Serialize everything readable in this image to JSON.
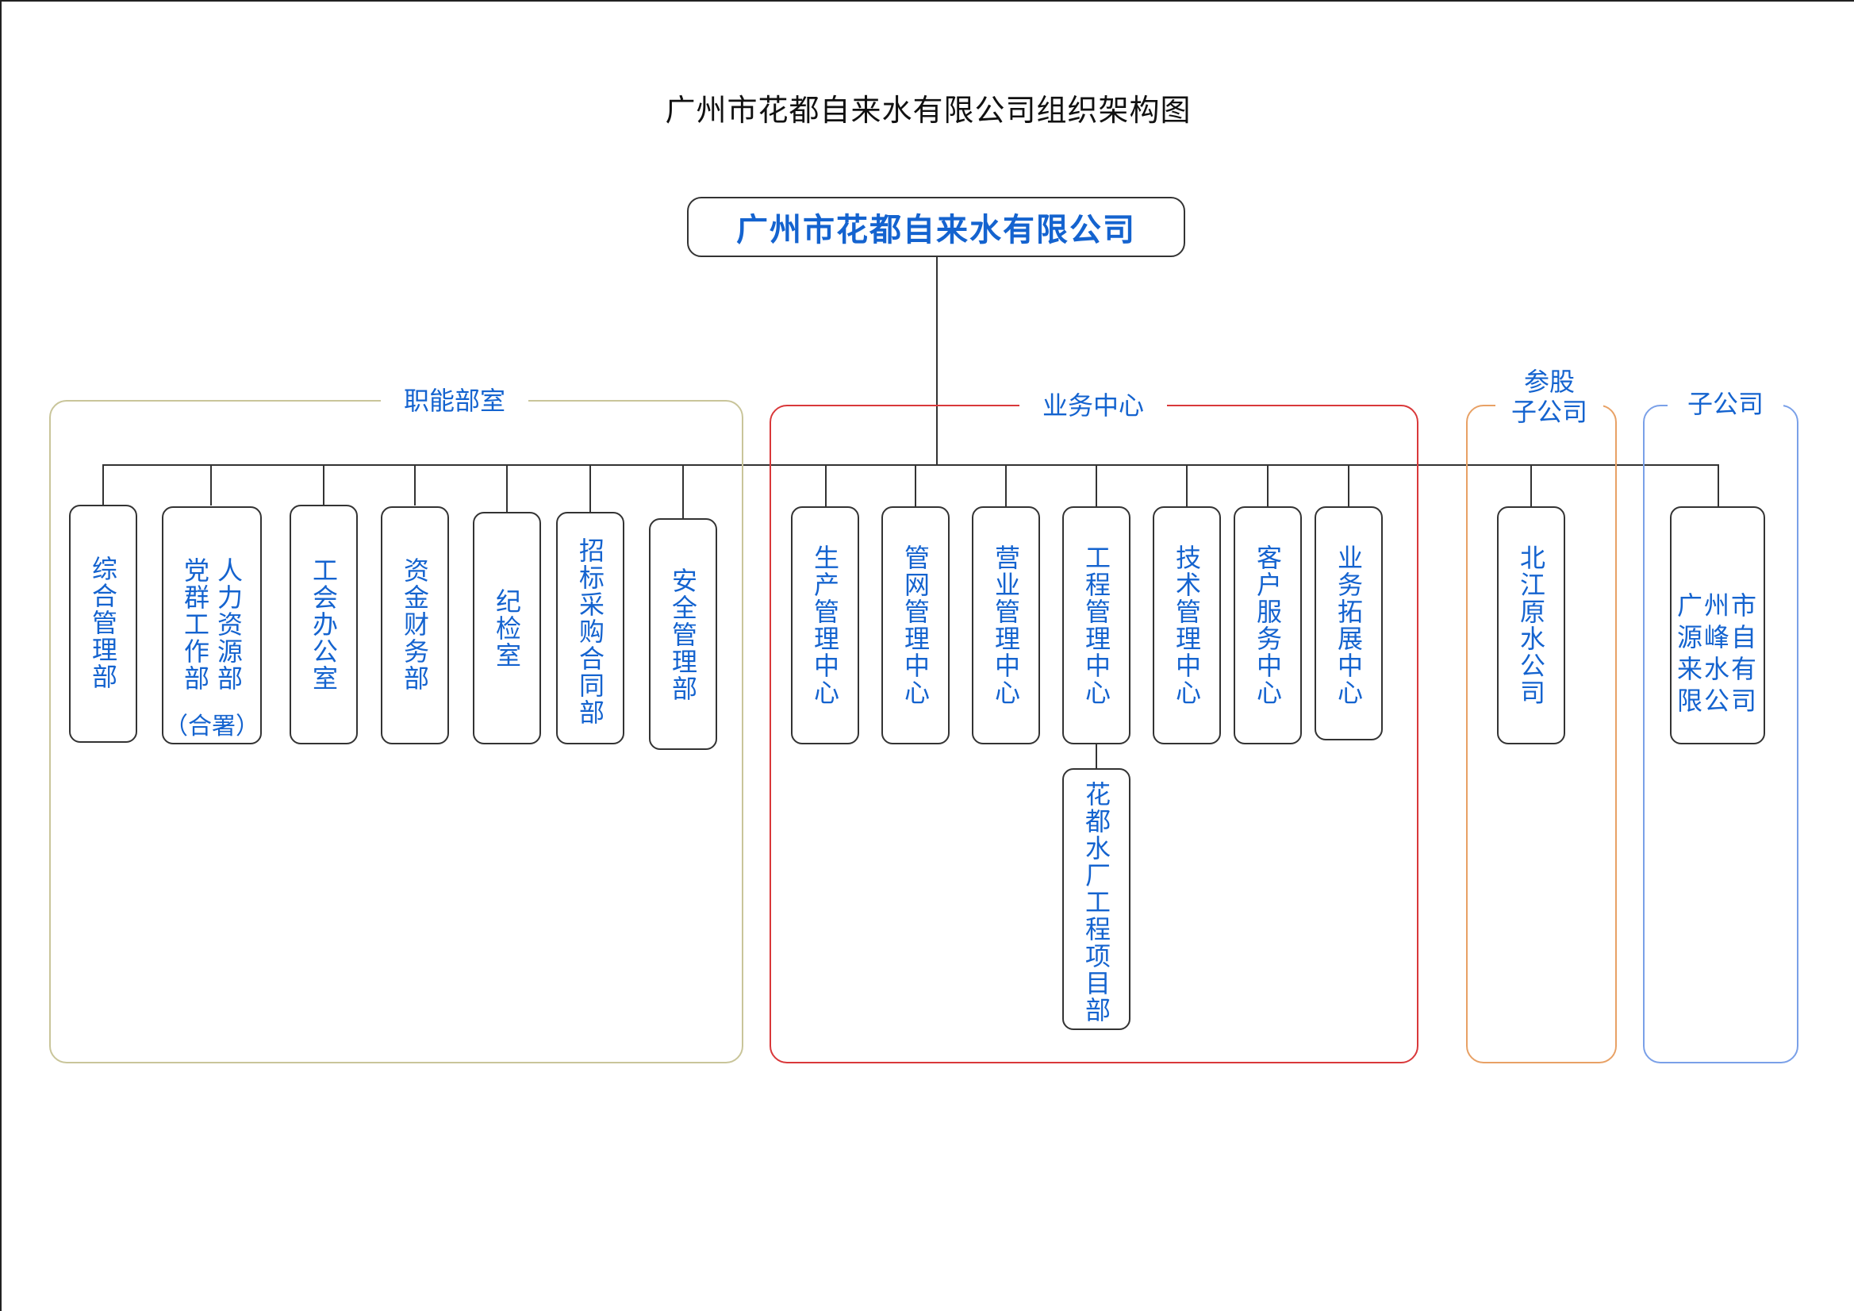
{
  "title": "广州市花都自来水有限公司组织架构图",
  "root": "广州市花都自来水有限公司",
  "colors": {
    "text": "#1463cf",
    "group_functional": "#c9c59a",
    "group_business": "#d9383a",
    "group_affiliate": "#e8a165",
    "group_subsidiary": "#7aa0e8"
  },
  "groups": {
    "functional": {
      "label": "职能部室",
      "nodes": [
        "综合管理部",
        "工会办公室",
        "资金财务部",
        "纪检室",
        "招标采购合同部",
        "安全管理部"
      ],
      "hr": {
        "col1": "人力资源部",
        "col2": "党群工作部",
        "suffix": "（合署）"
      }
    },
    "business": {
      "label": "业务中心",
      "nodes": [
        "生产管理中心",
        "管网管理中心",
        "营业管理中心",
        "工程管理中心",
        "技术管理中心",
        "客户服务中心",
        "业务拓展中心"
      ],
      "sub_node": "花都水厂工程项目部"
    },
    "affiliate": {
      "label": "参股\n子公司",
      "nodes": [
        "北江原水公司"
      ]
    },
    "subsidiary": {
      "label": "子公司",
      "company_lines": [
        "广州市",
        "源峰自",
        "来水有",
        "限公司"
      ]
    }
  }
}
